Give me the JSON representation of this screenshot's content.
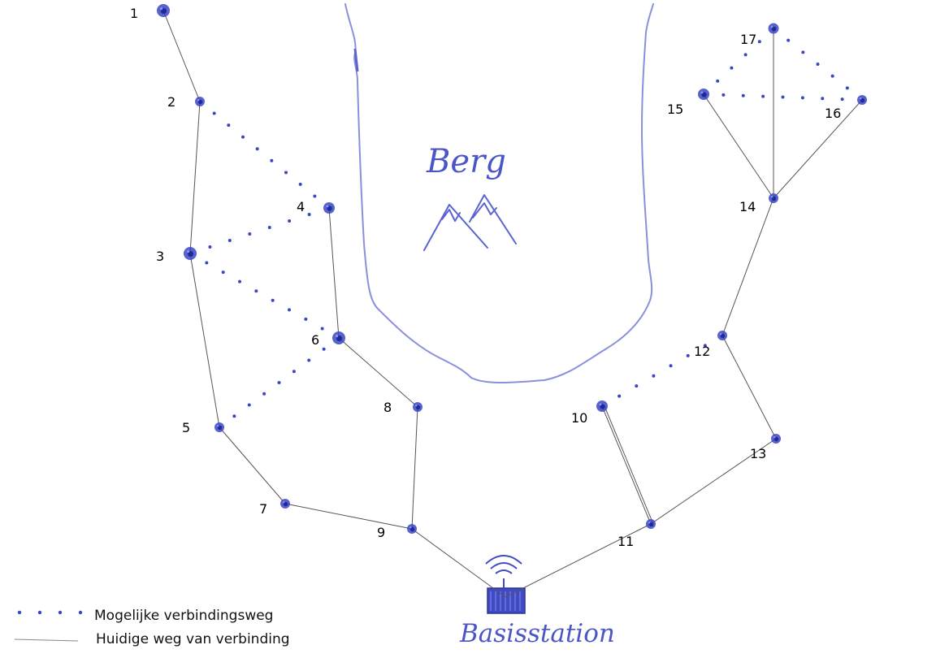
{
  "colors": {
    "node": "#3a46c4",
    "node_core": "#1f2a9a",
    "ink": "#5a64cf",
    "current_link": "#555555",
    "possible_link": "#3a46c4"
  },
  "map": {
    "mountain_label": "Berg",
    "base_station_label": "Basisstation",
    "mountain_icon": "mountain-icon",
    "base_station_icon": "wifi-router-icon"
  },
  "legend": {
    "possible_label": "Mogelijke verbindingsweg",
    "current_label": "Huidige weg van verbinding"
  },
  "nodes": [
    {
      "id": "1",
      "label": "1"
    },
    {
      "id": "2",
      "label": "2"
    },
    {
      "id": "3",
      "label": "3"
    },
    {
      "id": "4",
      "label": "4"
    },
    {
      "id": "5",
      "label": "5"
    },
    {
      "id": "6",
      "label": "6"
    },
    {
      "id": "7",
      "label": "7"
    },
    {
      "id": "8",
      "label": "8"
    },
    {
      "id": "9",
      "label": "9"
    },
    {
      "id": "10",
      "label": "10"
    },
    {
      "id": "11",
      "label": "11"
    },
    {
      "id": "12",
      "label": "12"
    },
    {
      "id": "13",
      "label": "13"
    },
    {
      "id": "14",
      "label": "14"
    },
    {
      "id": "15",
      "label": "15"
    },
    {
      "id": "16",
      "label": "16"
    },
    {
      "id": "17",
      "label": "17"
    }
  ],
  "current_links": [
    [
      "1",
      "2"
    ],
    [
      "2",
      "3"
    ],
    [
      "3",
      "5"
    ],
    [
      "5",
      "7"
    ],
    [
      "7",
      "9"
    ],
    [
      "4",
      "6"
    ],
    [
      "6",
      "8"
    ],
    [
      "8",
      "9"
    ],
    [
      "9",
      "base"
    ],
    [
      "10",
      "11"
    ],
    [
      "11",
      "base"
    ],
    [
      "11",
      "13"
    ],
    [
      "13",
      "12"
    ],
    [
      "12",
      "14"
    ],
    [
      "14",
      "15"
    ],
    [
      "14",
      "16"
    ],
    [
      "14",
      "17"
    ]
  ],
  "possible_links": [
    [
      "2",
      "4"
    ],
    [
      "3",
      "4"
    ],
    [
      "3",
      "6"
    ],
    [
      "5",
      "6"
    ],
    [
      "10",
      "12"
    ],
    [
      "15",
      "17"
    ],
    [
      "17",
      "16"
    ],
    [
      "15",
      "16"
    ]
  ]
}
